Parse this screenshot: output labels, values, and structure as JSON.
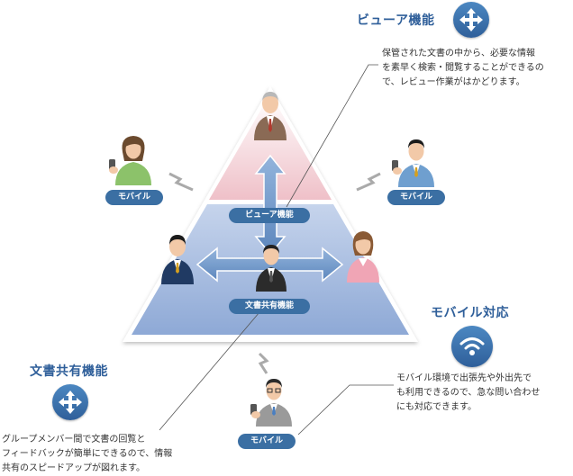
{
  "features": {
    "viewer": {
      "title": "ビューア機能",
      "description": "保管された文書の中から、必要な情報\nを素早く検索・閲覧することができるの\nで、レビュー作業がはかどります。",
      "icon": "move-arrows-icon"
    },
    "document_sharing": {
      "title": "文書共有機能",
      "description": "グループメンバー間で文書の回覧と\nフィードバックが簡単にできるので、情報\n共有のスピードアップが図れます。",
      "icon": "move-arrows-icon"
    },
    "mobile": {
      "title": "モバイル対応",
      "description": "モバイル環境で出張先や外出先で\nも利用できるので、急な問い合わせ\nにも対応できます。",
      "icon": "wifi-icon"
    }
  },
  "pyramid": {
    "top_label": "ビューア機能",
    "bottom_label": "文書共有機能"
  },
  "mobile_labels": {
    "left": "モバイル",
    "right": "モバイル",
    "bottom": "モバイル"
  },
  "colors": {
    "accent": "#2f5f9a",
    "pill": "#3b6fa3",
    "pyramid_top": "#f1c9cf",
    "pyramid_bottom": "#9cb4da"
  }
}
